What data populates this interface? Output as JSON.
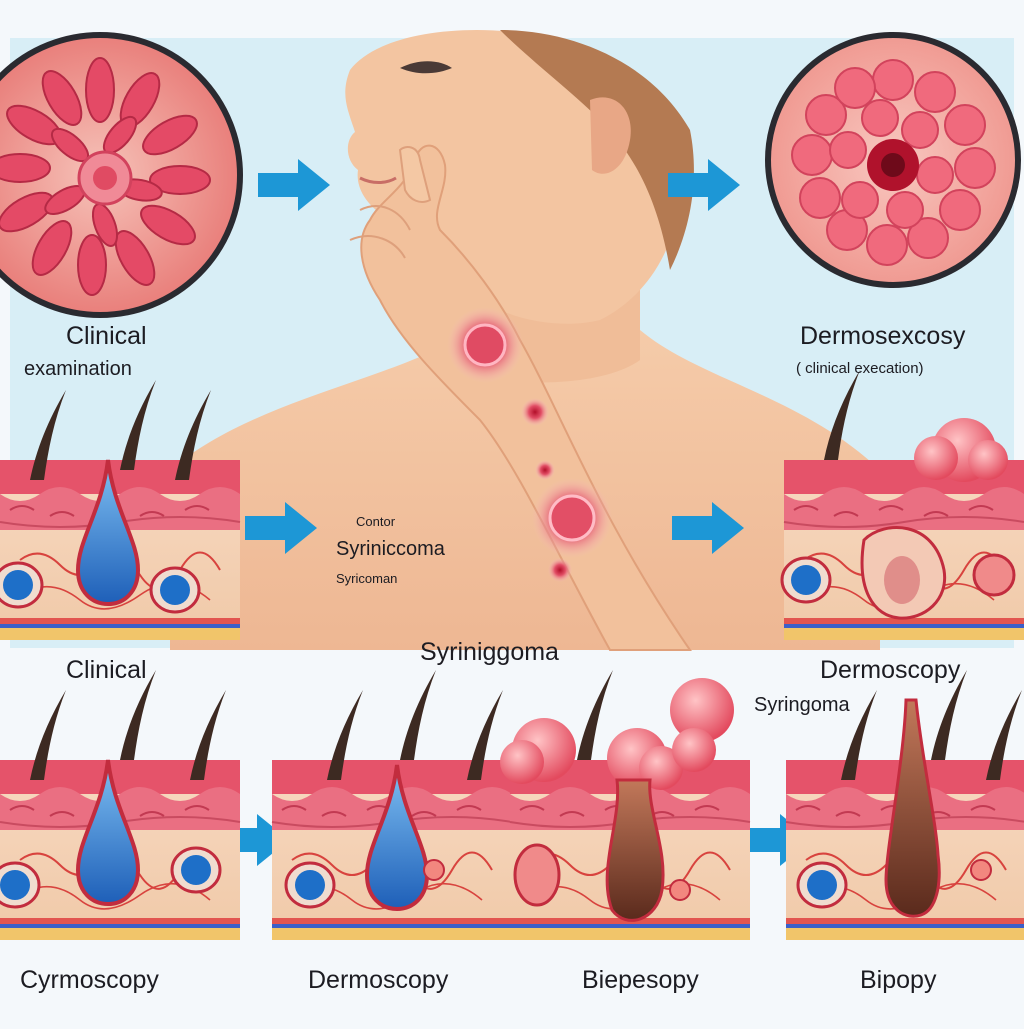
{
  "labels": {
    "top_left_1": "Clinical",
    "top_left_2": "examination",
    "top_right_1": "Dermosexcosy",
    "top_right_2": "( clinical execation)",
    "center_1": "Contor",
    "center_2": "Syriniccoma",
    "center_3": "Syricoman",
    "center_main": "Syriniggoma",
    "mid_left": "Clinical",
    "mid_right": "Dermoscopy",
    "mid_right_sub": "Syringoma",
    "bottom_1": "Cyrmoscopy",
    "bottom_2": "Dermoscopy",
    "bottom_3": "Biepesopy",
    "bottom_4": "Bipopy"
  },
  "colors": {
    "arrow": "#1d97d6",
    "skin": "#f2c3a0",
    "epidermis": "#e0485e",
    "gland_blue": "#2e7fd6",
    "lesion": "#e8526a",
    "background_panel": "#d8eef6"
  }
}
